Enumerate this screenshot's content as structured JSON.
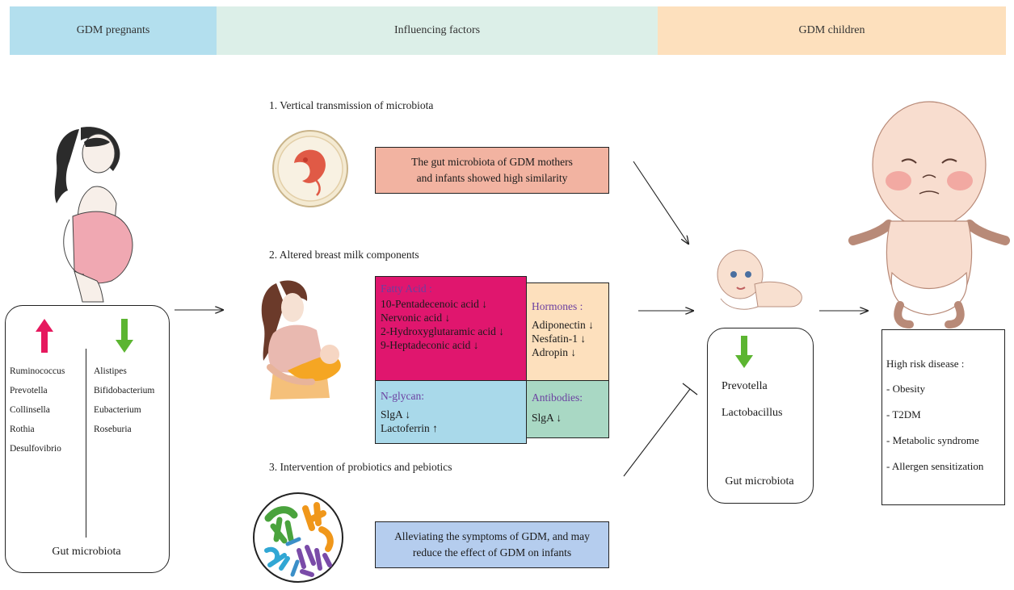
{
  "headers": {
    "left": "GDM pregnants",
    "middle": "Influencing factors",
    "right": "GDM children"
  },
  "mother_box": {
    "increased": [
      "Ruminococcus",
      "Prevotella",
      "Collinsella",
      "Rothia",
      "Desulfovibrio"
    ],
    "decreased": [
      "Alistipes",
      "Bifidobacterium",
      "Eubacterium",
      "Roseburia"
    ],
    "caption": "Gut microbiota"
  },
  "factor1": {
    "title": "1. Vertical transmission of microbiota",
    "text_line1": "The gut microbiota of GDM mothers",
    "text_line2": "and infants showed high similarity"
  },
  "factor2": {
    "title": "2. Altered breast milk components",
    "fatty_acid": {
      "title": "Fatty Acid :",
      "items": [
        "10-Pentadecenoic acid ↓",
        "Nervonic acid ↓",
        "2-Hydroxyglutaramic acid ↓",
        "9-Heptadeconic acid ↓"
      ]
    },
    "hormones": {
      "title": "Hormones :",
      "items": [
        "Adiponectin ↓",
        "Nesfatin-1 ↓",
        "Adropin ↓"
      ]
    },
    "n_glycan": {
      "title": "N-glycan:",
      "items": [
        "SlgA ↓",
        "Lactoferrin ↑"
      ]
    },
    "antibodies": {
      "title": "Antibodies:",
      "items": [
        "SlgA ↓"
      ]
    }
  },
  "factor3": {
    "title": "3. Intervention of probiotics and pebiotics",
    "text_line1": "Alleviating the symptoms of GDM, and may",
    "text_line2": "reduce the effect of GDM on infants"
  },
  "infant_box": {
    "items": [
      "Prevotella",
      "Lactobacillus"
    ],
    "caption": "Gut microbiota"
  },
  "risk_box": {
    "title": "High risk disease :",
    "items": [
      "-  Obesity",
      "-  T2DM",
      "-  Metabolic syndrome",
      "-  Allergen sensitization"
    ]
  },
  "colors": {
    "header_left": "#b3dfee",
    "header_middle": "#dcefe8",
    "header_right": "#fde0bd",
    "up_arrow": "#e6195e",
    "down_arrow": "#5cb531",
    "factor1_box": "#f2b3a1",
    "fatty_acid": "#e0166e",
    "hormones": "#fde0bd",
    "n_glycan": "#a9d9ea",
    "antibodies": "#a9d8c4",
    "factor3_box": "#b5cdee"
  }
}
